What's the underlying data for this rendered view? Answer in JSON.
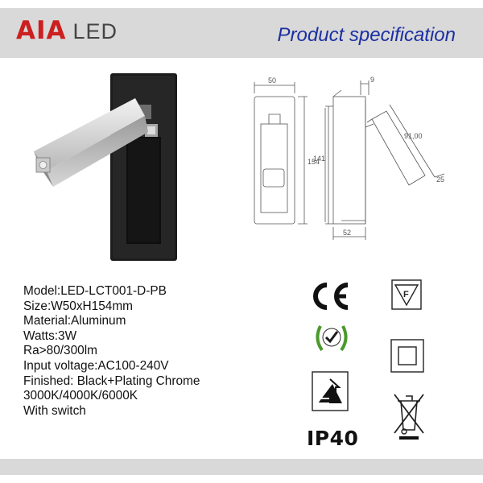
{
  "header": {
    "brand_primary": "AIA",
    "brand_secondary": "LED",
    "title": "Product specification",
    "brand_color": "#cc1f1f",
    "title_color": "#1b2fa3"
  },
  "specs": [
    "Model:LED-LCT001-D-PB",
    "Size:W50xH154mm",
    "Material:Aluminum",
    "Watts:3W",
    "Ra>80/300lm",
    "Input voltage:AC100-240V",
    "Finished: Black+Plating Chrome",
    "3000K/4000K/6000K",
    "With switch"
  ],
  "drawing": {
    "width_top": "50",
    "depth_top": "9",
    "height_outer": "154",
    "height_inner": "141",
    "depth_bottom": "52",
    "arm_length": "91,00",
    "arm_width": "25"
  },
  "certs": {
    "ip_rating": "IP40",
    "icons": [
      "ce-mark-icon",
      "f-mark-icon",
      "quality-laurel-icon",
      "double-insulation-icon",
      "insulation-cover-icon",
      "weee-bin-icon"
    ]
  }
}
